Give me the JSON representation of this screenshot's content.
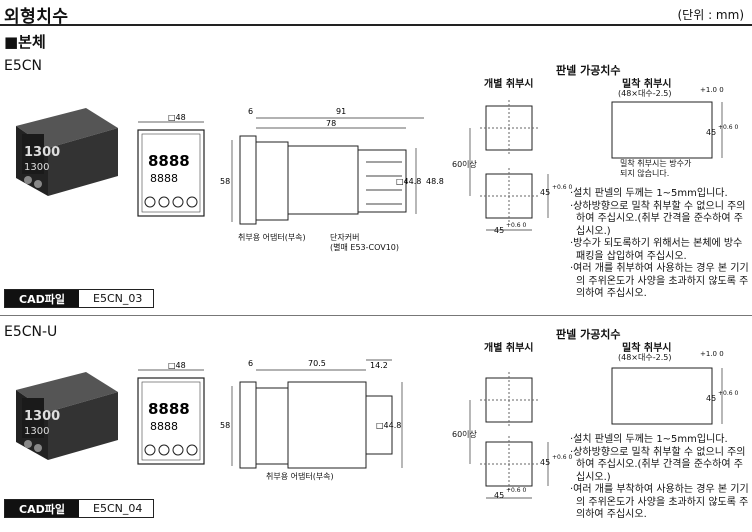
{
  "page_title": "외형치수",
  "unit": "(단위 : mm)",
  "section_title": "■본체",
  "sections": [
    {
      "model": "E5CN",
      "dims": {
        "front_width": "□48",
        "top_thickness": "6",
        "total_depth": "91",
        "body_depth": "78",
        "height": "58",
        "side_square": "□44.8",
        "side_h": "48.8"
      },
      "labels": {
        "adapter": "취부용 어댑터(부속)",
        "cover_1": "단자커버",
        "cover_2": "(별매 E53-COV10)"
      },
      "cad": {
        "label": "CAD파일",
        "file": "E5CN_03"
      },
      "panel": {
        "title": "판넬 가공치수",
        "single": "개별 취부시",
        "multi": "밀착 취부시",
        "multi_width": "(48×대수-2.5)",
        "multi_tol": "+1.0 0",
        "height_label": "45",
        "tol": "+0.6 0",
        "min_gap": "60이상",
        "width_label": "45",
        "waterproof_1": "밀착 취부시는 방수가",
        "waterproof_2": "되지 않습니다."
      },
      "notes": [
        "·설치 판넬의 두께는 1~5mm입니다.",
        "·상하방향으로 밀착 취부할 수 없으니 주의하여 주십시오.(취부 간격을 준수하여 주십시오.)",
        "·방수가 되도록하기 위해서는 본체에 방수 패킹을 삽입하여 주십시오.",
        "·여러 개를 취부하여 사용하는 경우 본 기기의 주위온도가 사양을 초과하지 않도록 주의하여 주십시오."
      ]
    },
    {
      "model": "E5CN-U",
      "dims": {
        "front_width": "□48",
        "top_thickness": "6",
        "total_depth": "70.5",
        "connector_w": "14.2",
        "height": "58",
        "side_square": "□44.8"
      },
      "labels": {
        "adapter": "취부용 어댑터(부속)"
      },
      "cad": {
        "label": "CAD파일",
        "file": "E5CN_04"
      },
      "panel": {
        "title": "판넬 가공치수",
        "single": "개별 취부시",
        "multi": "밀착 취부시",
        "multi_width": "(48×대수-2.5)",
        "multi_tol": "+1.0 0",
        "height_label": "45",
        "tol": "+0.6 0",
        "min_gap": "60이상",
        "width_label": "45"
      },
      "notes": [
        "·설치 판넬의 두께는 1~5mm입니다.",
        "·상하방향으로 밀착 취부할 수 없으니 주의하여 주십시오.(취부 간격을 준수하여 주십시오.)",
        "·여러 개를 부착하여 사용하는 경우 본 기기의 주위온도가 사양을 초과하지 않도록 주의하여 주십시오."
      ]
    }
  ]
}
